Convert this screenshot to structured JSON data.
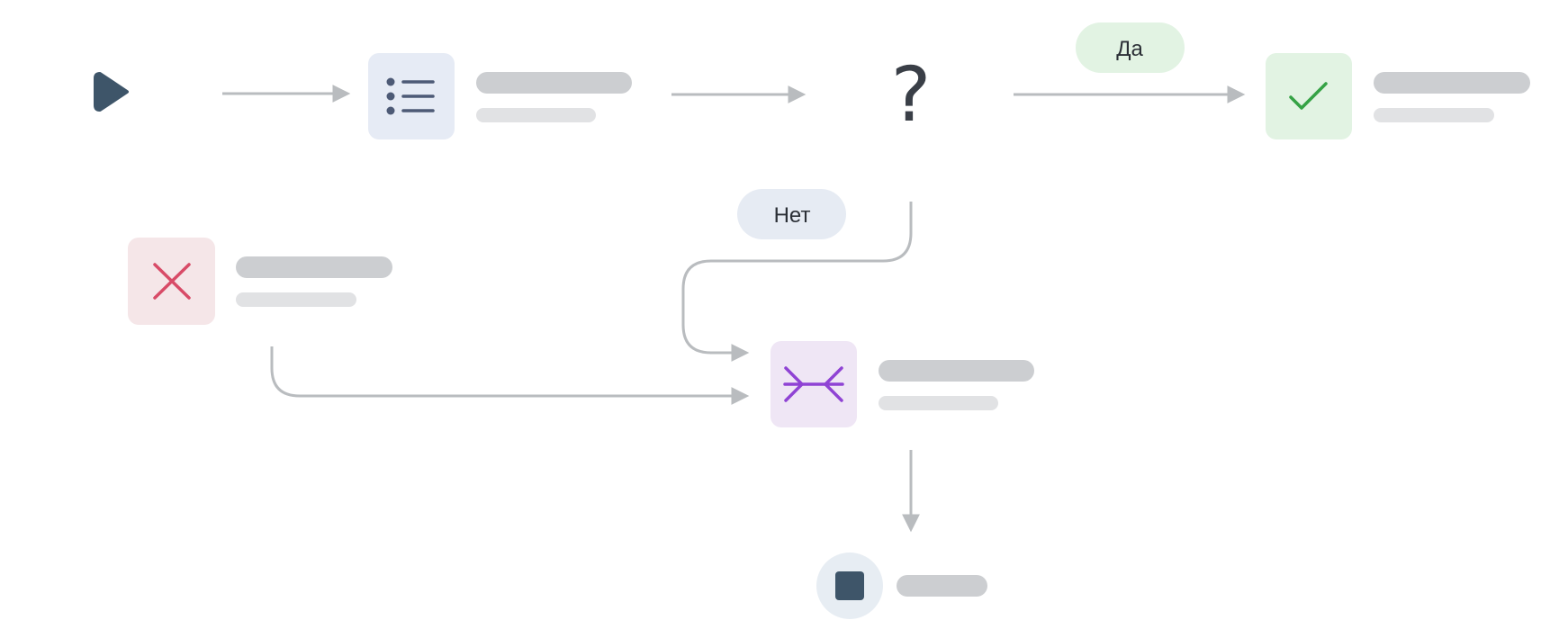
{
  "flow": {
    "yes_label": "Да",
    "no_label": "Нет",
    "decision_symbol": "?"
  },
  "nodes": [
    {
      "role": "start",
      "icon": "play-icon"
    },
    {
      "role": "task",
      "icon": "list-icon"
    },
    {
      "role": "decision",
      "icon": "question-mark"
    },
    {
      "role": "success",
      "icon": "checkmark-icon"
    },
    {
      "role": "failure",
      "icon": "cross-icon"
    },
    {
      "role": "merge",
      "icon": "merge-arrows-icon"
    },
    {
      "role": "end",
      "icon": "stop-icon"
    }
  ],
  "colors": {
    "connector": "#b9bcbf",
    "start_icon": "#3e5569",
    "task_tile": "#e6ebf5",
    "task_icon": "#4d5a76",
    "success_tile": "#e2f3e3",
    "success_icon": "#35a245",
    "failure_tile": "#f5e6e8",
    "failure_icon": "#d84b67",
    "merge_tile": "#efe6f5",
    "merge_icon": "#8f43d4",
    "end_circle": "#e7edf3",
    "yes_pill": "#e2f3e3",
    "no_pill": "#e6ebf3",
    "placeholder_dark": "#ccced1",
    "placeholder_light": "#e1e2e4"
  }
}
